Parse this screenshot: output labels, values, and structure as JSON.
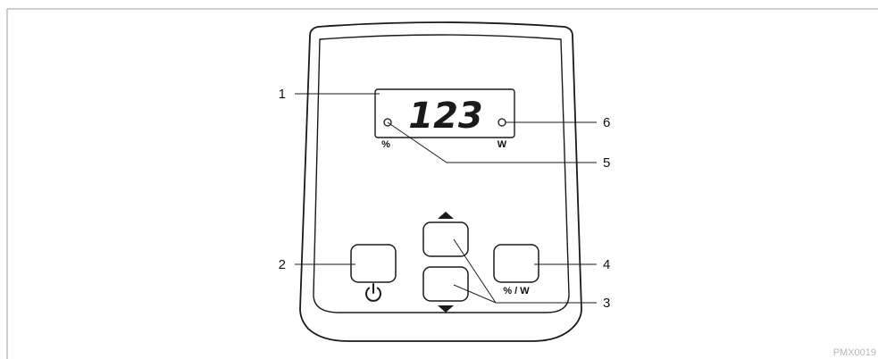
{
  "display": {
    "reading": "123",
    "unit_percent": "%",
    "unit_watt": "W"
  },
  "buttons": {
    "mode_label": "% / W"
  },
  "callouts": [
    "1",
    "2",
    "3",
    "4",
    "5",
    "6"
  ],
  "figure_code": "PMX0019"
}
